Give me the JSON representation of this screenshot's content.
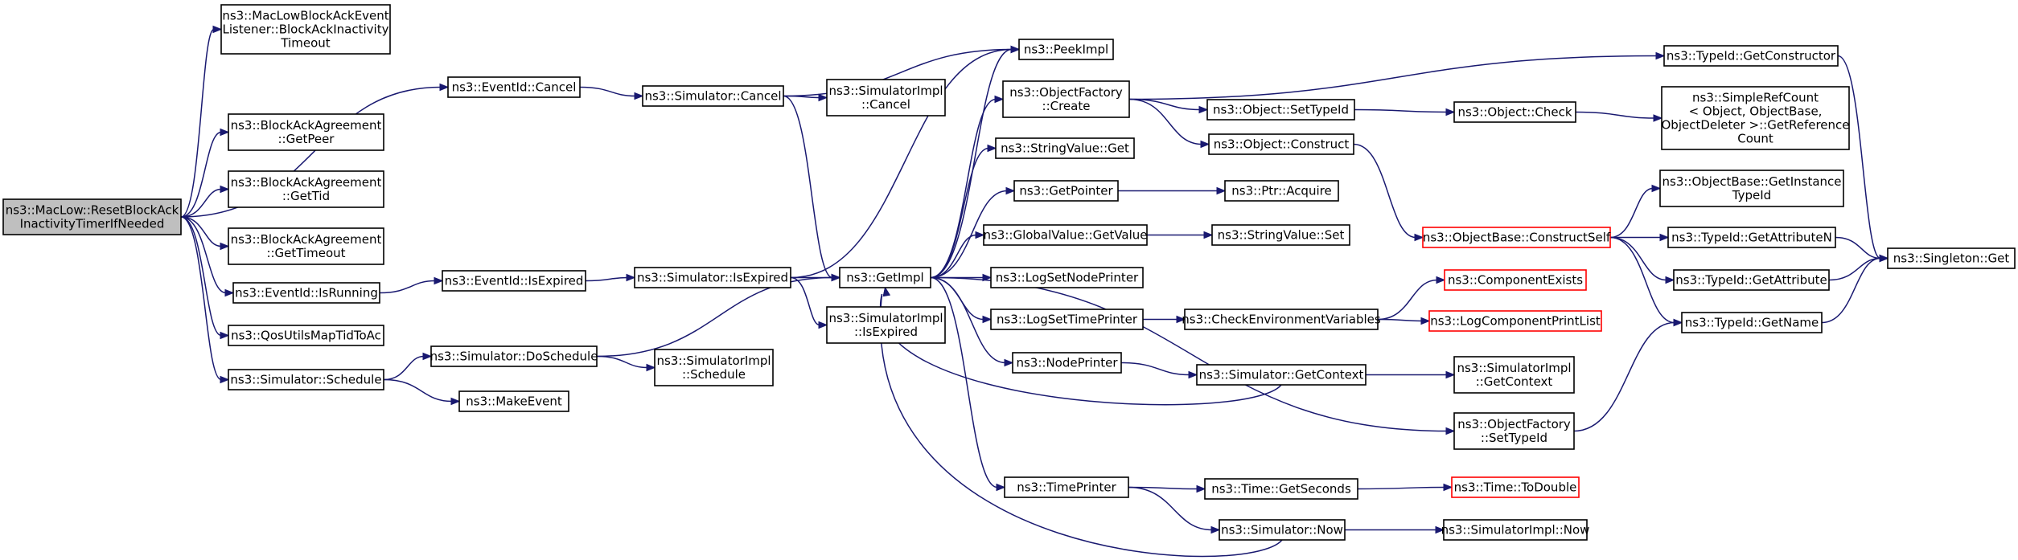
{
  "nodes": [
    {
      "id": "reset",
      "lines": [
        "ns3::MacLow::ResetBlockAck",
        "InactivityTimerIfNeeded"
      ],
      "style": "root"
    },
    {
      "id": "listener",
      "lines": [
        "ns3::MacLowBlockAckEvent",
        "Listener::BlockAckInactivity",
        "Timeout"
      ],
      "style": "normal"
    },
    {
      "id": "eventCancel",
      "lines": [
        "ns3::EventId::Cancel"
      ],
      "style": "normal"
    },
    {
      "id": "getPeer",
      "lines": [
        "ns3::BlockAckAgreement",
        "::GetPeer"
      ],
      "style": "normal"
    },
    {
      "id": "getTid",
      "lines": [
        "ns3::BlockAckAgreement",
        "::GetTid"
      ],
      "style": "normal"
    },
    {
      "id": "getTimeout",
      "lines": [
        "ns3::BlockAckAgreement",
        "::GetTimeout"
      ],
      "style": "normal"
    },
    {
      "id": "isRunning",
      "lines": [
        "ns3::EventId::IsRunning"
      ],
      "style": "normal"
    },
    {
      "id": "qosUtils",
      "lines": [
        "ns3::QosUtilsMapTidToAc"
      ],
      "style": "normal"
    },
    {
      "id": "schedule",
      "lines": [
        "ns3::Simulator::Schedule"
      ],
      "style": "normal"
    },
    {
      "id": "eventIsExpired",
      "lines": [
        "ns3::EventId::IsExpired"
      ],
      "style": "normal"
    },
    {
      "id": "doSchedule",
      "lines": [
        "ns3::Simulator::DoSchedule"
      ],
      "style": "normal"
    },
    {
      "id": "makeEvent",
      "lines": [
        "ns3::MakeEvent"
      ],
      "style": "normal"
    },
    {
      "id": "simCancel",
      "lines": [
        "ns3::Simulator::Cancel"
      ],
      "style": "normal"
    },
    {
      "id": "simIsExpired",
      "lines": [
        "ns3::Simulator::IsExpired"
      ],
      "style": "normal"
    },
    {
      "id": "implCancel",
      "lines": [
        "ns3::SimulatorImpl",
        "::Cancel"
      ],
      "style": "normal"
    },
    {
      "id": "implSchedule",
      "lines": [
        "ns3::SimulatorImpl",
        "::Schedule"
      ],
      "style": "normal"
    },
    {
      "id": "implIsExpired",
      "lines": [
        "ns3::SimulatorImpl",
        "::IsExpired"
      ],
      "style": "normal"
    },
    {
      "id": "getImpl",
      "lines": [
        "ns3::GetImpl"
      ],
      "style": "normal"
    },
    {
      "id": "peekImpl",
      "lines": [
        "ns3::PeekImpl"
      ],
      "style": "normal"
    },
    {
      "id": "ofCreate",
      "lines": [
        "ns3::ObjectFactory",
        "::Create"
      ],
      "style": "normal"
    },
    {
      "id": "stringGet",
      "lines": [
        "ns3::StringValue::Get"
      ],
      "style": "normal"
    },
    {
      "id": "getPointer",
      "lines": [
        "ns3::GetPointer"
      ],
      "style": "normal"
    },
    {
      "id": "globalGet",
      "lines": [
        "ns3::GlobalValue::GetValue"
      ],
      "style": "normal"
    },
    {
      "id": "logNode",
      "lines": [
        "ns3::LogSetNodePrinter"
      ],
      "style": "normal"
    },
    {
      "id": "logTime",
      "lines": [
        "ns3::LogSetTimePrinter"
      ],
      "style": "normal"
    },
    {
      "id": "nodePrinter",
      "lines": [
        "ns3::NodePrinter"
      ],
      "style": "normal"
    },
    {
      "id": "timePrinter",
      "lines": [
        "ns3::TimePrinter"
      ],
      "style": "normal"
    },
    {
      "id": "setTypeId",
      "lines": [
        "ns3::Object::SetTypeId"
      ],
      "style": "normal"
    },
    {
      "id": "construct",
      "lines": [
        "ns3::Object::Construct"
      ],
      "style": "normal"
    },
    {
      "id": "acquire",
      "lines": [
        "ns3::Ptr::Acquire"
      ],
      "style": "normal"
    },
    {
      "id": "stringSet",
      "lines": [
        "ns3::StringValue::Set"
      ],
      "style": "normal"
    },
    {
      "id": "checkEnv",
      "lines": [
        "ns3::CheckEnvironmentVariables"
      ],
      "style": "normal"
    },
    {
      "id": "getContext",
      "lines": [
        "ns3::Simulator::GetContext"
      ],
      "style": "normal"
    },
    {
      "id": "getSeconds",
      "lines": [
        "ns3::Time::GetSeconds"
      ],
      "style": "normal"
    },
    {
      "id": "simNow",
      "lines": [
        "ns3::Simulator::Now"
      ],
      "style": "normal"
    },
    {
      "id": "ofSetTypeId",
      "lines": [
        "ns3::ObjectFactory",
        "::SetTypeId"
      ],
      "style": "normal"
    },
    {
      "id": "getConstructor",
      "lines": [
        "ns3::TypeId::GetConstructor"
      ],
      "style": "normal"
    },
    {
      "id": "check",
      "lines": [
        "ns3::Object::Check"
      ],
      "style": "normal"
    },
    {
      "id": "constructSelf",
      "lines": [
        "ns3::ObjectBase::ConstructSelf"
      ],
      "style": "red"
    },
    {
      "id": "compExists",
      "lines": [
        "ns3::ComponentExists"
      ],
      "style": "red"
    },
    {
      "id": "logCompPrint",
      "lines": [
        "ns3::LogComponentPrintList"
      ],
      "style": "red"
    },
    {
      "id": "implGetContext",
      "lines": [
        "ns3::SimulatorImpl",
        "::GetContext"
      ],
      "style": "normal"
    },
    {
      "id": "toDouble",
      "lines": [
        "ns3::Time::ToDouble"
      ],
      "style": "red"
    },
    {
      "id": "implNow",
      "lines": [
        "ns3::SimulatorImpl::Now"
      ],
      "style": "normal"
    },
    {
      "id": "refCount",
      "lines": [
        "ns3::SimpleRefCount",
        "< Object, ObjectBase,",
        "ObjectDeleter >::GetReference",
        "Count"
      ],
      "style": "normal"
    },
    {
      "id": "getInstanceTypeId",
      "lines": [
        "ns3::ObjectBase::GetInstance",
        "TypeId"
      ],
      "style": "normal"
    },
    {
      "id": "getAttributeN",
      "lines": [
        "ns3::TypeId::GetAttributeN"
      ],
      "style": "normal"
    },
    {
      "id": "getAttribute",
      "lines": [
        "ns3::TypeId::GetAttribute"
      ],
      "style": "normal"
    },
    {
      "id": "getName",
      "lines": [
        "ns3::TypeId::GetName"
      ],
      "style": "normal"
    },
    {
      "id": "singletonGet",
      "lines": [
        "ns3::Singleton::Get"
      ],
      "style": "normal"
    }
  ],
  "edges": [
    [
      "reset",
      "listener"
    ],
    [
      "reset",
      "eventCancel"
    ],
    [
      "reset",
      "getPeer"
    ],
    [
      "reset",
      "getTid"
    ],
    [
      "reset",
      "getTimeout"
    ],
    [
      "reset",
      "isRunning"
    ],
    [
      "reset",
      "qosUtils"
    ],
    [
      "reset",
      "schedule"
    ],
    [
      "eventCancel",
      "simCancel"
    ],
    [
      "isRunning",
      "eventIsExpired"
    ],
    [
      "eventIsExpired",
      "simIsExpired"
    ],
    [
      "schedule",
      "doSchedule"
    ],
    [
      "schedule",
      "makeEvent"
    ],
    [
      "simCancel",
      "peekImpl"
    ],
    [
      "simCancel",
      "implCancel"
    ],
    [
      "simCancel",
      "getImpl"
    ],
    [
      "simIsExpired",
      "peekImpl"
    ],
    [
      "simIsExpired",
      "getImpl"
    ],
    [
      "simIsExpired",
      "implIsExpired"
    ],
    [
      "doSchedule",
      "getImpl"
    ],
    [
      "doSchedule",
      "implSchedule"
    ],
    [
      "getImpl",
      "peekImpl"
    ],
    [
      "getImpl",
      "ofCreate"
    ],
    [
      "getImpl",
      "stringGet"
    ],
    [
      "getImpl",
      "getPointer"
    ],
    [
      "getImpl",
      "globalGet"
    ],
    [
      "getImpl",
      "logNode"
    ],
    [
      "getImpl",
      "logTime"
    ],
    [
      "getImpl",
      "nodePrinter"
    ],
    [
      "getImpl",
      "ofSetTypeId"
    ],
    [
      "getImpl",
      "timePrinter"
    ],
    [
      "ofCreate",
      "getConstructor"
    ],
    [
      "ofCreate",
      "setTypeId"
    ],
    [
      "ofCreate",
      "construct"
    ],
    [
      "setTypeId",
      "check"
    ],
    [
      "check",
      "refCount"
    ],
    [
      "construct",
      "constructSelf"
    ],
    [
      "getPointer",
      "acquire"
    ],
    [
      "globalGet",
      "stringSet"
    ],
    [
      "logTime",
      "checkEnv"
    ],
    [
      "checkEnv",
      "compExists"
    ],
    [
      "checkEnv",
      "logCompPrint"
    ],
    [
      "nodePrinter",
      "getContext"
    ],
    [
      "getContext",
      "getImpl"
    ],
    [
      "getContext",
      "implGetContext"
    ],
    [
      "timePrinter",
      "getSeconds"
    ],
    [
      "timePrinter",
      "simNow"
    ],
    [
      "getSeconds",
      "toDouble"
    ],
    [
      "simNow",
      "getImpl"
    ],
    [
      "simNow",
      "implNow"
    ],
    [
      "constructSelf",
      "getInstanceTypeId"
    ],
    [
      "constructSelf",
      "getAttributeN"
    ],
    [
      "constructSelf",
      "getAttribute"
    ],
    [
      "constructSelf",
      "getName"
    ],
    [
      "getConstructor",
      "singletonGet"
    ],
    [
      "getAttributeN",
      "singletonGet"
    ],
    [
      "getAttribute",
      "singletonGet"
    ],
    [
      "getName",
      "singletonGet"
    ],
    [
      "ofSetTypeId",
      "getName"
    ]
  ]
}
